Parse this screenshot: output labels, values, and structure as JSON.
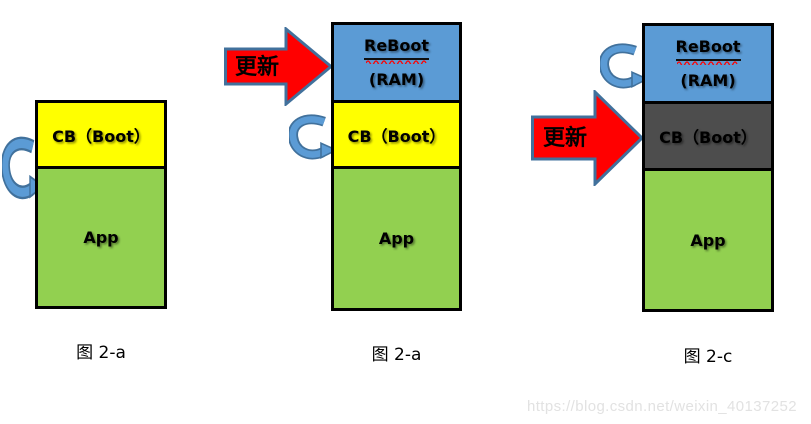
{
  "watermark": "https://blog.csdn.net/weixin_40137252",
  "colors": {
    "boot_yellow": "#FFFF00",
    "app_green": "#92D050",
    "reboot_blue": "#5B9BD5",
    "cb_dark_gray": "#4D4D4D",
    "update_red": "#FF0000",
    "arrow_outline": "#41719C"
  },
  "figure_a": {
    "caption": "图 2-a",
    "cb_label": "CB（Boot）",
    "app_label": "App"
  },
  "figure_b": {
    "caption": "图 2-a",
    "update_label": "更新",
    "reboot_label_line1": "ReBoot",
    "reboot_label_line2": "(RAM)",
    "cb_label": "CB（Boot）",
    "app_label": "App"
  },
  "figure_c": {
    "caption": "图 2-c",
    "update_label": "更新",
    "reboot_label_line1": "ReBoot",
    "reboot_label_line2": "(RAM)",
    "cb_label": "CB（Boot）",
    "app_label": "App"
  }
}
